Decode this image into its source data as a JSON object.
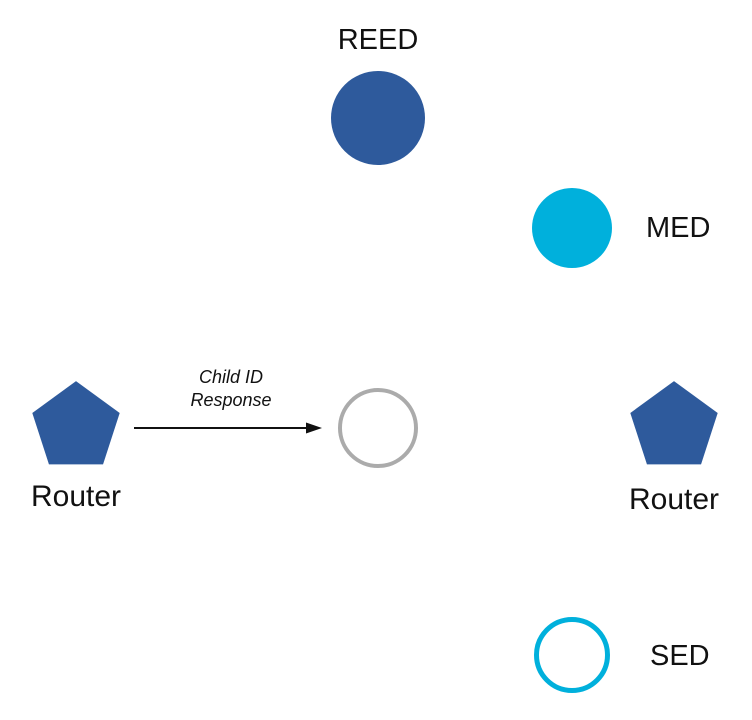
{
  "diagram": {
    "nodes": {
      "reed": {
        "label": "REED",
        "shape": "circle-filled",
        "color_key": "dark_blue"
      },
      "med": {
        "label": "MED",
        "shape": "circle-filled",
        "color_key": "cyan"
      },
      "router_left": {
        "label": "Router",
        "shape": "pentagon",
        "color_key": "dark_blue"
      },
      "child_candidate": {
        "label": "",
        "shape": "circle-outline",
        "color_key": "gray"
      },
      "router_right": {
        "label": "Router",
        "shape": "pentagon",
        "color_key": "dark_blue"
      },
      "sed": {
        "label": "SED",
        "shape": "circle-outline",
        "color_key": "cyan"
      }
    },
    "arrow": {
      "label_line1": "Child ID",
      "label_line2": "Response",
      "direction": "left-to-right"
    },
    "colors": {
      "dark_blue": "#2e5a9c",
      "cyan": "#00b0dc",
      "gray": "#ababab"
    }
  }
}
